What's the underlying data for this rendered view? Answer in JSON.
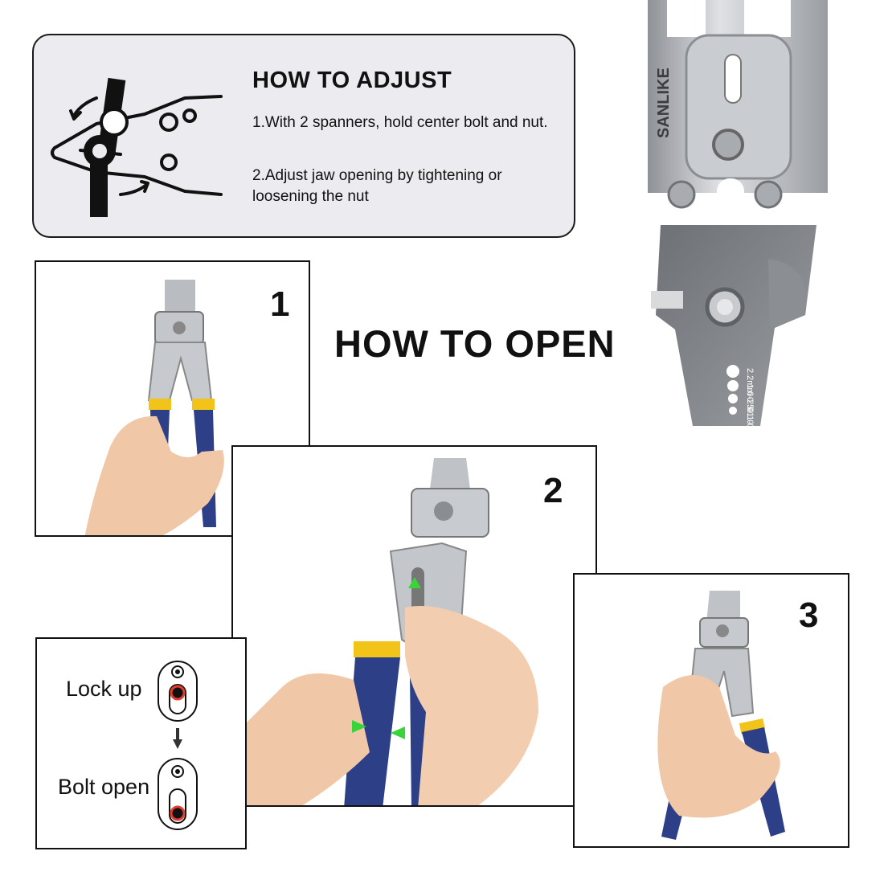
{
  "adjust": {
    "title": "HOW TO ADJUST",
    "step1": "1.With 2 spanners, hold center bolt and nut.",
    "step2": "2.Adjust jaw opening by tightening or loosening the nut"
  },
  "open": {
    "title": "HOW TO OPEN",
    "steps": [
      "1",
      "2",
      "3"
    ]
  },
  "lock": {
    "lock_label": "Lock up",
    "bolt_label": "Bolt open"
  },
  "product": {
    "brand": "SANLIKE",
    "sizes": [
      "2.2mm",
      "1.0-2.0",
      "0.5-1.0",
      "0.1-0.5"
    ]
  },
  "colors": {
    "handle": "#2c3f87",
    "collar": "#f2c318",
    "steel": "#b9bcc0",
    "jaw": "#7d8186",
    "arrow": "#38d43a",
    "panel": "#ececf0"
  }
}
